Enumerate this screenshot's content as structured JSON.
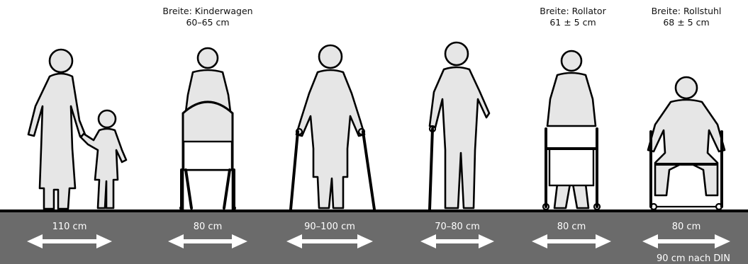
{
  "labels": {
    "stroller_title": "Breite: Kinderwagen",
    "stroller_value": "60–65 cm",
    "rollator_title": "Breite: Rollator",
    "rollator_value": "61 ± 5 cm",
    "wheelchair_title": "Breite: Rollstuhl",
    "wheelchair_value": "68 ± 5 cm"
  },
  "widths": [
    {
      "id": "adult-with-child",
      "label": "110 cm"
    },
    {
      "id": "person-with-stroller",
      "label": "80 cm"
    },
    {
      "id": "person-with-crutches",
      "label": "90–100 cm"
    },
    {
      "id": "person-with-cane",
      "label": "70–80 cm"
    },
    {
      "id": "person-with-rollator",
      "label": "80 cm"
    },
    {
      "id": "person-in-wheelchair",
      "label": "80 cm"
    }
  ],
  "din_note": "90 cm nach DIN",
  "colors": {
    "ground": "#6b6b6b",
    "figure_fill": "#e6e6e6",
    "outline": "#000000",
    "dimension": "#ffffff"
  }
}
